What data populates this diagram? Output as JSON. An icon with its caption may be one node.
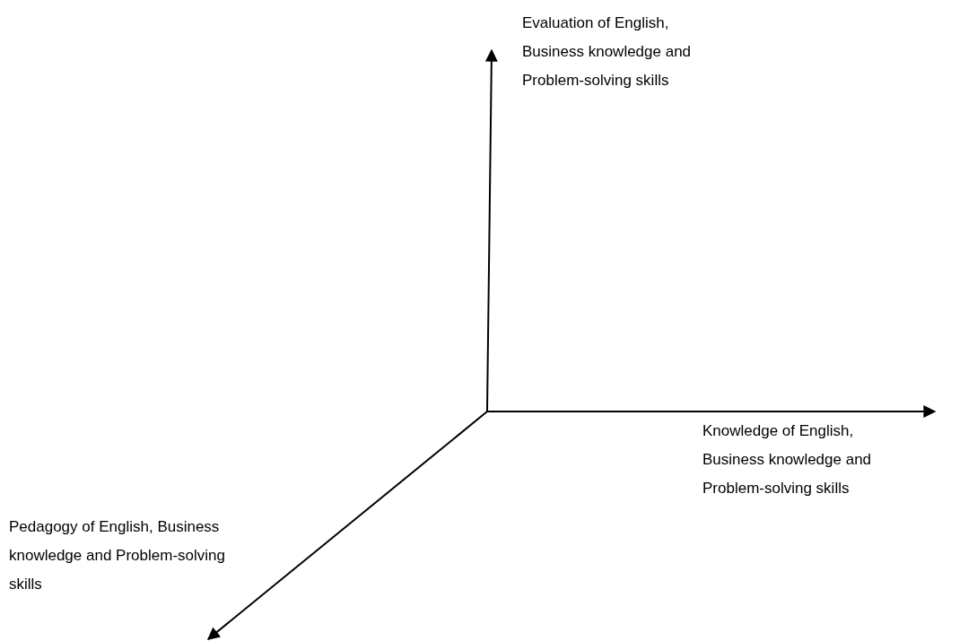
{
  "diagram": {
    "labels": [
      "Evaluation of English, Business knowledge and Problem-solving skills",
      "Knowledge of English, Business knowledge and Problem-solving skills",
      "Pedagogy of English, Business knowledge and Problem-solving skills"
    ]
  }
}
